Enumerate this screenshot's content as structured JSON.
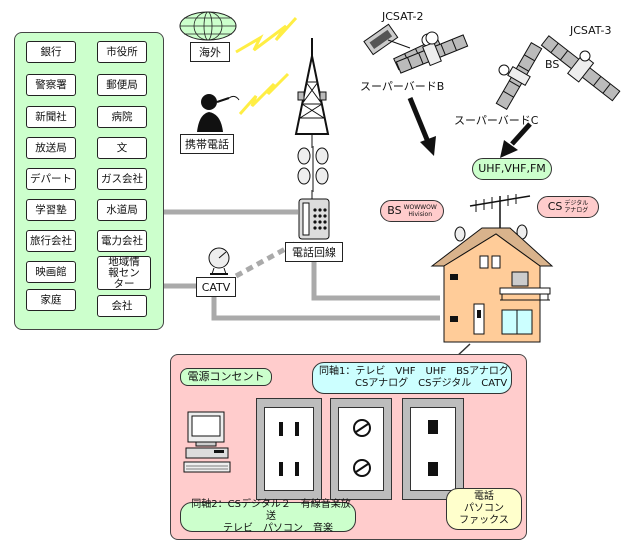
{
  "left_panel": {
    "items": [
      "銀行",
      "市役所",
      "警察署",
      "郵便局",
      "新聞社",
      "病院",
      "放送局",
      "文",
      "デパート",
      "ガス会社",
      "学習塾",
      "水道局",
      "旅行会社",
      "電力会社",
      "映画館",
      "地域情報センター",
      "家庭",
      "会社"
    ]
  },
  "nodes": {
    "overseas": "海外",
    "mobile": "携帯電話",
    "telephone_line": "電話回線",
    "catv": "CATV"
  },
  "satellites": {
    "jcsat2": "JCSAT-2",
    "jcsat3": "JCSAT-3",
    "bs": "BS",
    "superbird_b": "スーパーバードB",
    "superbird_c": "スーパーバードC"
  },
  "antenna_callouts": {
    "uhf": "UHF,VHF,FM",
    "bs_main": "BS",
    "bs_sub1": "WOWWOW",
    "bs_sub2": "Hivision",
    "cs_main": "CS",
    "cs_sub1": "デジタル",
    "cs_sub2": "アナログ"
  },
  "bottom_panel": {
    "outlet_label": "電源コンセント",
    "coax1_line1": "同軸1：テレビ　VHF　UHF　BSアナログ",
    "coax1_line2": "CSアナログ　CSデジタル　CATV",
    "coax2_line1": "同軸2：CSデジタル２　有線音楽放送",
    "coax2_line2": "テレビ　パソコン　音楽",
    "phone_line1": "電話",
    "phone_line2": "パソコン",
    "phone_line3": "ファックス"
  },
  "colors": {
    "left_panel_bg": "#ccffcc",
    "bottom_panel_bg": "#ffcccc",
    "callout_bg": "#ccffcc",
    "callout_pink": "#ffcccc",
    "house_wall": "#ffcc99",
    "house_roof": "#d9b38c",
    "cable": "#aaaaaa",
    "lightning": "#ffff66"
  }
}
